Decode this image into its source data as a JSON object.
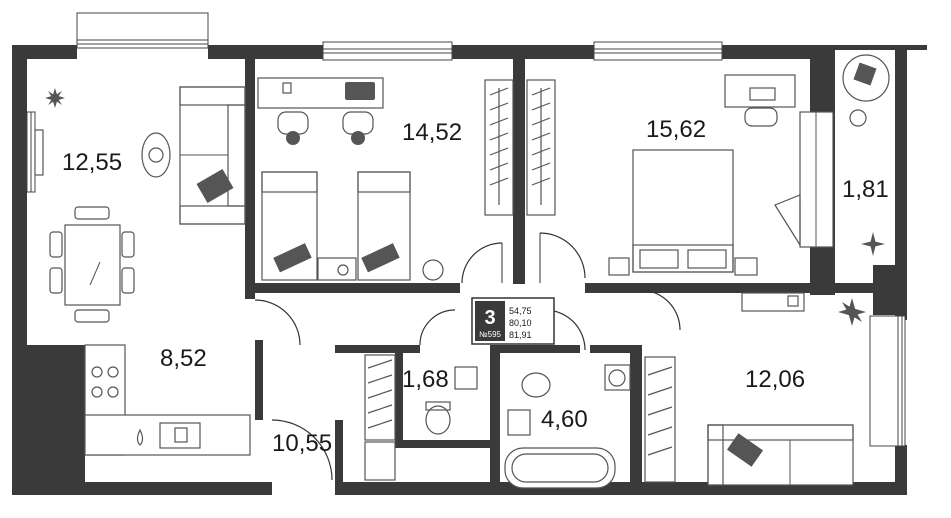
{
  "apartment": {
    "rooms_count": "3",
    "number": "№595",
    "areas": [
      "54,75",
      "80,10",
      "81,91"
    ]
  },
  "rooms": {
    "living": "12,55",
    "kids_bedroom": "14,52",
    "master_bedroom": "15,62",
    "balcony": "1,81",
    "kitchen": "8,52",
    "wc": "1,68",
    "bathroom": "4,60",
    "bedroom_3": "12,06",
    "hallway": "10,55"
  },
  "colors": {
    "wall": "#3a3a3a",
    "furniture": "#555555",
    "background": "#ffffff"
  }
}
